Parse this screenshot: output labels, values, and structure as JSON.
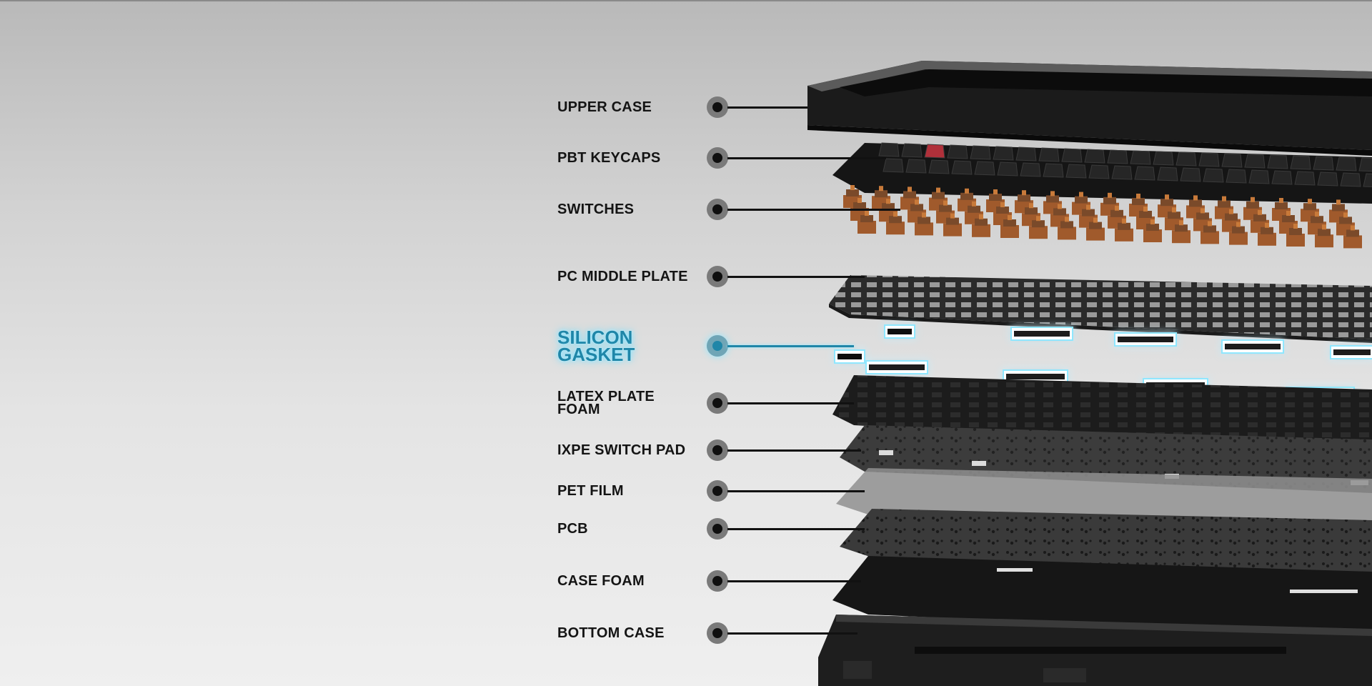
{
  "diagram": {
    "layers": [
      {
        "id": "upper-case",
        "lines": [
          "UPPER CASE"
        ],
        "highlight": false
      },
      {
        "id": "pbt-keycaps",
        "lines": [
          "PBT KEYCAPS"
        ],
        "highlight": false
      },
      {
        "id": "switches",
        "lines": [
          "SWITCHES"
        ],
        "highlight": false
      },
      {
        "id": "pc-middle-plate",
        "lines": [
          "PC MIDDLE PLATE"
        ],
        "highlight": false
      },
      {
        "id": "silicon-gasket",
        "lines": [
          "SILICON",
          "GASKET"
        ],
        "highlight": true
      },
      {
        "id": "latex-plate-foam",
        "lines": [
          "LATEX PLATE",
          "FOAM"
        ],
        "highlight": false
      },
      {
        "id": "ixpe-switch-pad",
        "lines": [
          "IXPE SWITCH PAD"
        ],
        "highlight": false
      },
      {
        "id": "pet-film",
        "lines": [
          "PET FILM"
        ],
        "highlight": false
      },
      {
        "id": "pcb",
        "lines": [
          "PCB"
        ],
        "highlight": false
      },
      {
        "id": "case-foam",
        "lines": [
          "CASE FOAM"
        ],
        "highlight": false
      },
      {
        "id": "bottom-case",
        "lines": [
          "BOTTOM CASE"
        ],
        "highlight": false
      }
    ]
  },
  "colors": {
    "highlight": "#1f86a8",
    "glow": "#8fe7ff",
    "text": "#141414",
    "switch_brown": "#a05a2c"
  }
}
